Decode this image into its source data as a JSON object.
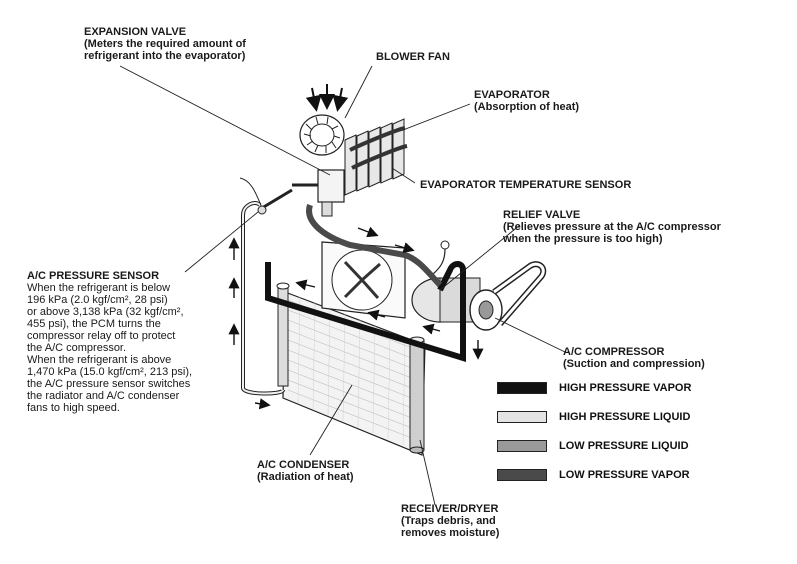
{
  "labels": {
    "expansion_valve": {
      "title": "EXPANSION VALVE",
      "desc_1": "(Meters the required amount of",
      "desc_2": "refrigerant into the evaporator)"
    },
    "blower_fan": {
      "title": "BLOWER FAN"
    },
    "evaporator": {
      "title": "EVAPORATOR",
      "desc": "(Absorption of heat)"
    },
    "evaporator_temp_sensor": {
      "title": "EVAPORATOR TEMPERATURE SENSOR"
    },
    "relief_valve": {
      "title": "RELIEF VALVE",
      "desc_1": "(Relieves pressure at the A/C compressor",
      "desc_2": "when the pressure is too high)"
    },
    "ac_pressure_sensor": {
      "title": "A/C PRESSURE SENSOR",
      "lines": [
        "When the refrigerant is below",
        "196 kPa (2.0 kgf/cm², 28 psi)",
        "or above 3,138 kPa (32 kgf/cm²,",
        "455 psi), the PCM turns the",
        "compressor relay off to protect",
        "the A/C compressor.",
        "When the refrigerant is above",
        "1,470 kPa (15.0 kgf/cm², 213 psi),",
        "the A/C pressure sensor switches",
        "the radiator and A/C condenser",
        "fans to high speed."
      ]
    },
    "ac_compressor": {
      "title": "A/C COMPRESSOR",
      "desc": "(Suction and compression)"
    },
    "ac_condenser": {
      "title": "A/C CONDENSER",
      "desc": "(Radiation of heat)"
    },
    "receiver_dryer": {
      "title": "RECEIVER/DRYER",
      "desc_1": "(Traps debris, and",
      "desc_2": "removes moisture)"
    }
  },
  "legend": [
    {
      "label": "HIGH PRESSURE VAPOR",
      "color": "#111111"
    },
    {
      "label": "HIGH PRESSURE LIQUID",
      "color": "#e4e4e4"
    },
    {
      "label": "LOW PRESSURE LIQUID",
      "color": "#9a9a9a"
    },
    {
      "label": "LOW PRESSURE VAPOR",
      "color": "#4a4a4a"
    }
  ]
}
